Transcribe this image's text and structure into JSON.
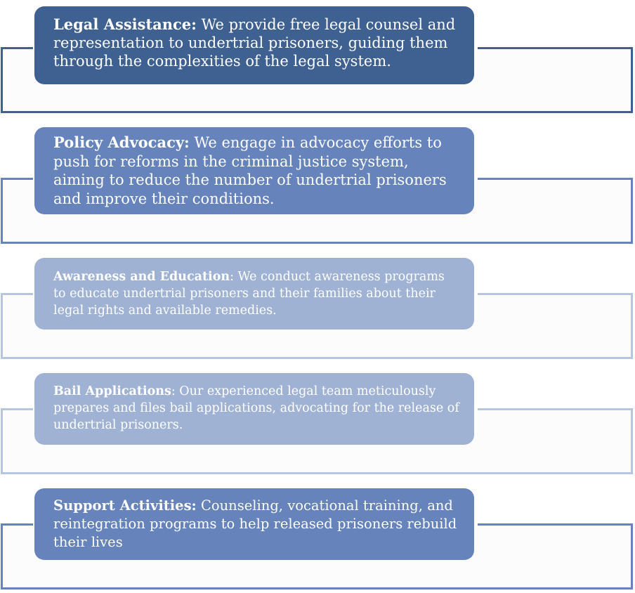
{
  "colors": {
    "dark_blue": "#3f6192",
    "mid_blue": "#6684bb",
    "light_blue": "#9fb2d4",
    "frame_dark": "#3f6192",
    "frame_mid": "#6684bb",
    "frame_light": "#b7c6df"
  },
  "items": [
    {
      "title": "Legal Assistance:",
      "text": " We provide free legal counsel and representation to undertrial prisoners, guiding them through the complexities of the legal system."
    },
    {
      "title": "Policy Advocacy:",
      "text": " We engage in advocacy efforts to push for reforms in the criminal justice system, aiming to reduce the number of undertrial prisoners and improve their conditions."
    },
    {
      "title": "Awareness and Education",
      "text": ": We conduct awareness programs to educate undertrial prisoners and their families about their legal rights and available remedies."
    },
    {
      "title": "Bail Applications",
      "text": ": Our experienced legal team meticulously prepares and files bail applications, advocating for the release of undertrial prisoners."
    },
    {
      "title": "Support Activities:",
      "text": " Counseling, vocational training, and reintegration programs to help released prisoners rebuild their lives"
    }
  ]
}
